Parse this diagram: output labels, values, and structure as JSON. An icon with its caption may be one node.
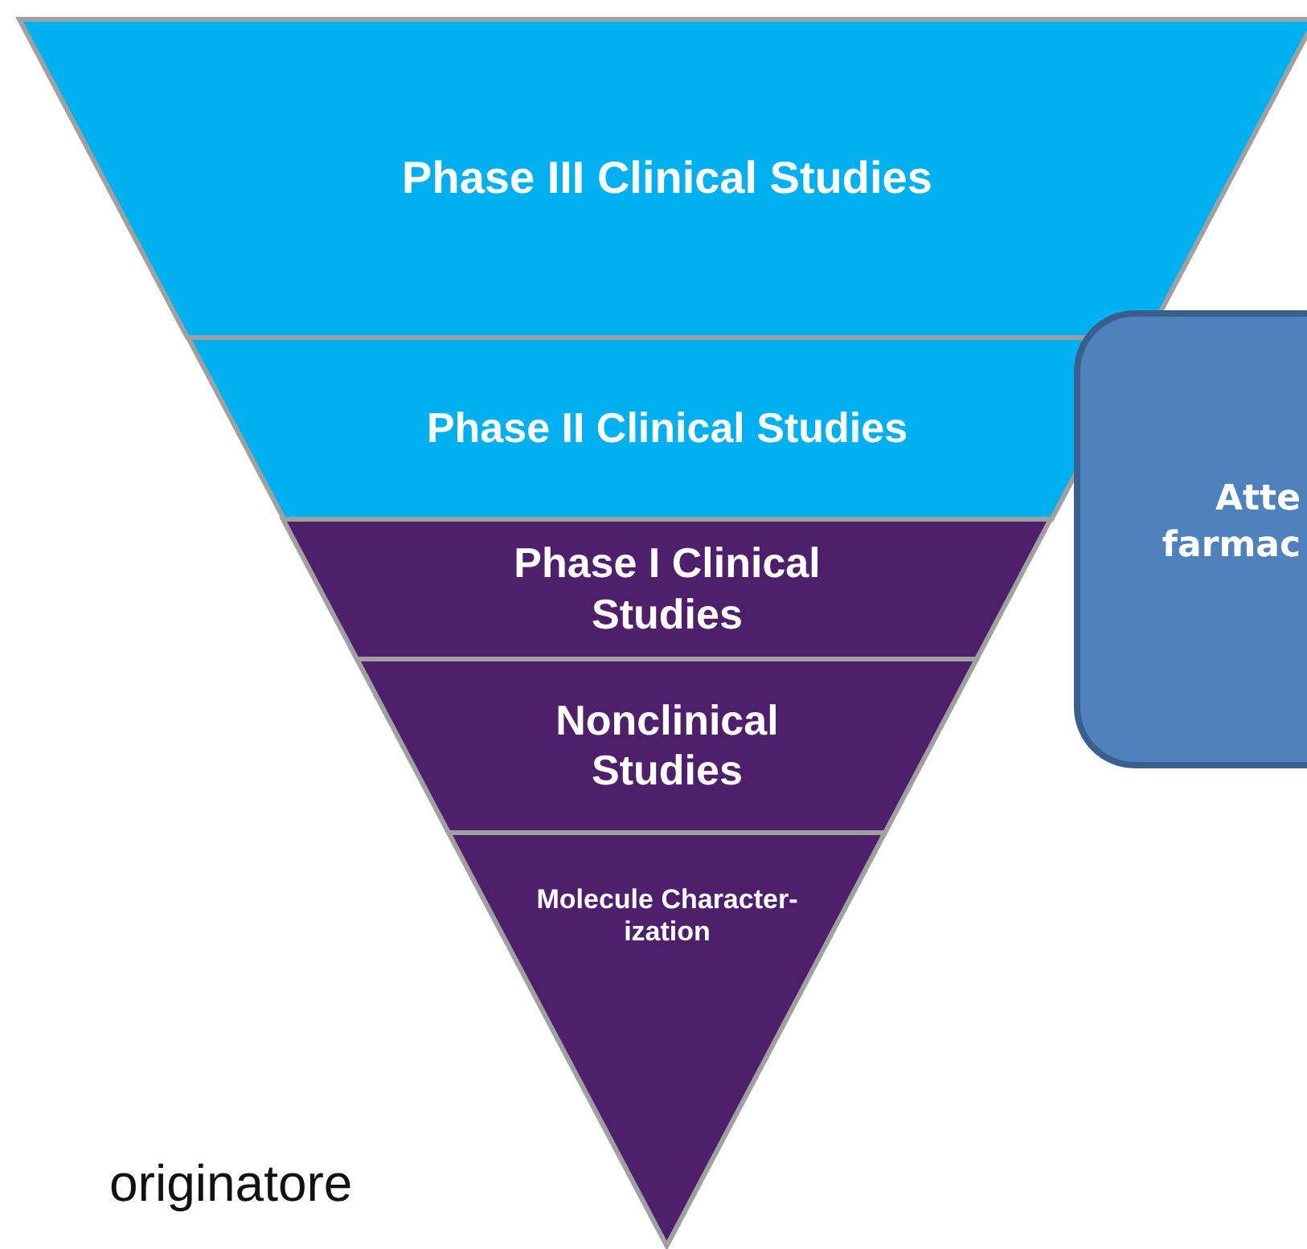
{
  "diagram": {
    "nodes": [
      {
        "text": [
          "Phase III Clinical Studies"
        ]
      },
      {
        "text": [
          "Phase II Clinical Studies"
        ]
      },
      {
        "text": [
          "Phase I Clinical Studies"
        ]
      },
      {
        "text": [
          "Nonclinical Studies"
        ]
      },
      {
        "text": [
          "Molecule Character- ization"
        ]
      },
      {
        "text": [
          "Atte farmac"
        ]
      }
    ],
    "labels": [
      "originatore"
    ]
  }
}
